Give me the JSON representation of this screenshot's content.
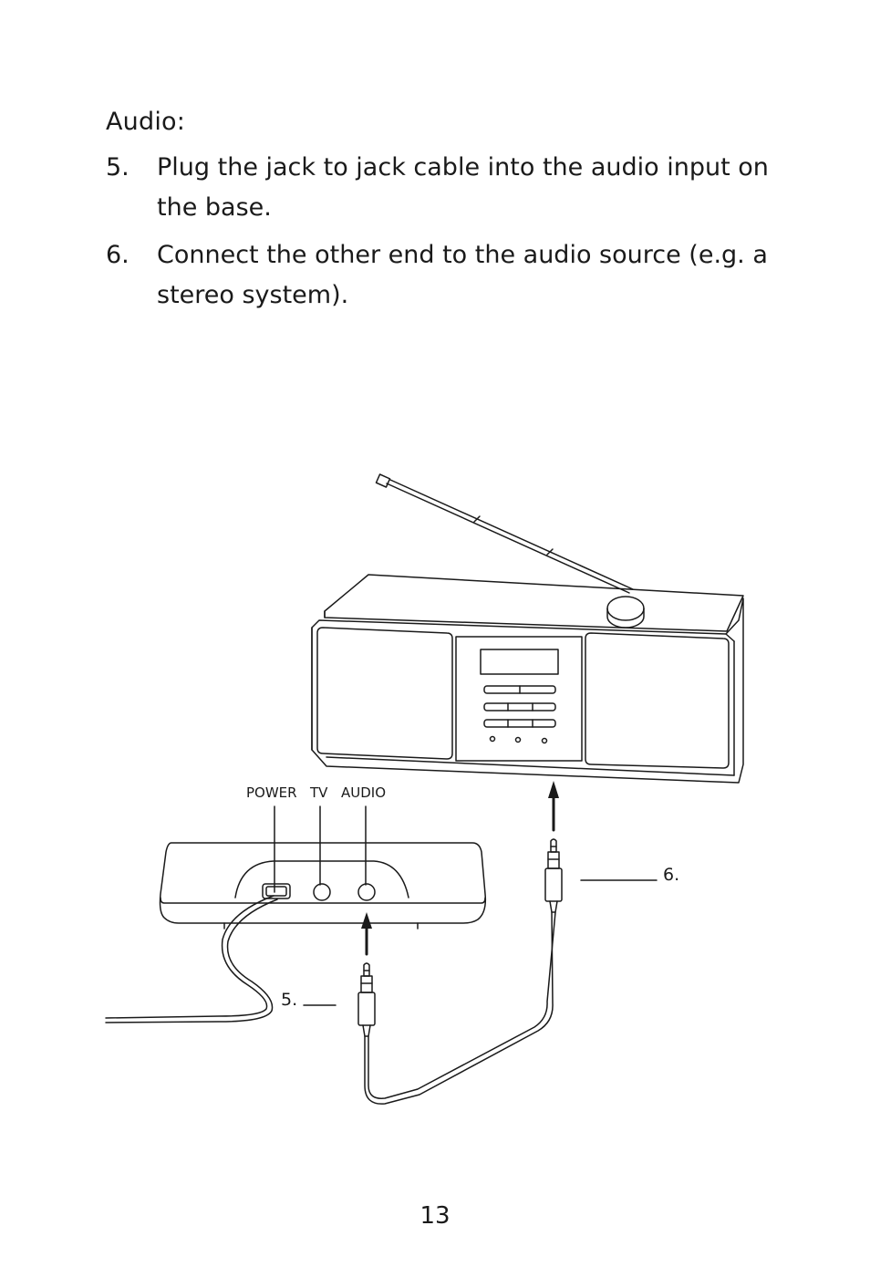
{
  "heading": "Audio:",
  "steps": [
    {
      "number": "5.",
      "text": "Plug the jack to jack cable into the audio input on the base."
    },
    {
      "number": "6.",
      "text": "Connect the other end to the audio source (e.g. a stereo system)."
    }
  ],
  "figure": {
    "port_labels": [
      "POWER",
      "TV",
      "AUDIO"
    ],
    "callouts": [
      "5.",
      "6."
    ]
  },
  "page_number": "13"
}
